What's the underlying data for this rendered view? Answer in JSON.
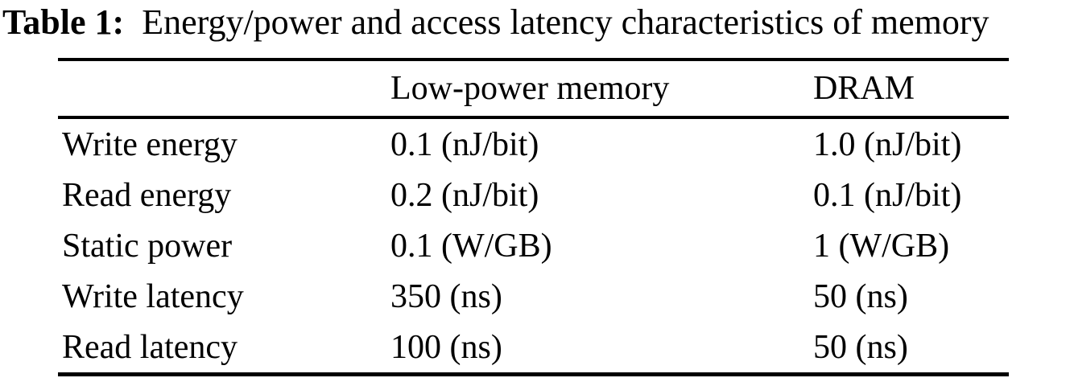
{
  "page": {
    "background": "#ffffff",
    "text_color": "#000000",
    "rule_color": "#000000"
  },
  "caption": {
    "label": "Table 1:",
    "text": "Energy/power and access latency characteristics of memory"
  },
  "table": {
    "header": {
      "row_label": "",
      "low_power_memory": "Low-power memory",
      "dram": "DRAM"
    },
    "rows": [
      {
        "label": "Write energy",
        "low_power_memory": "0.1 (nJ/bit)",
        "dram": "1.0 (nJ/bit)"
      },
      {
        "label": "Read energy",
        "low_power_memory": "0.2 (nJ/bit)",
        "dram": "0.1 (nJ/bit)"
      },
      {
        "label": "Static power",
        "low_power_memory": "0.1 (W/GB)",
        "dram": "1 (W/GB)"
      },
      {
        "label": "Write latency",
        "low_power_memory": "350 (ns)",
        "dram": "50 (ns)"
      },
      {
        "label": "Read latency",
        "low_power_memory": "100 (ns)",
        "dram": "50 (ns)"
      }
    ]
  }
}
